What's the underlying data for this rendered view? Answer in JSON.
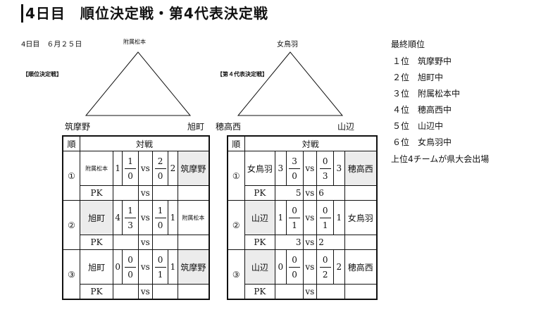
{
  "title": "4日目　順位決定戦・第4代表決定戦",
  "date": "4日目　６月２５日",
  "left_bracket": {
    "tag": "【順位決定戦】",
    "top_team": "附属松本",
    "bottom_left": "筑摩野",
    "bottom_right": "旭町",
    "header_rank": "順",
    "header_match": "対戦",
    "matches": [
      {
        "rank": "①",
        "team_a": "附属松本",
        "total_a": "1",
        "half_a1": "1",
        "half_a2": "0",
        "vs": "vs",
        "half_b1": "2",
        "half_b2": "0",
        "total_b": "2",
        "team_b": "筑摩野",
        "pk_a": "",
        "pk_b": ""
      },
      {
        "rank": "②",
        "team_a": "旭町",
        "total_a": "4",
        "half_a1": "1",
        "half_a2": "3",
        "vs": "vs",
        "half_b1": "1",
        "half_b2": "0",
        "total_b": "1",
        "team_b": "附属松本",
        "pk_a": "",
        "pk_b": ""
      },
      {
        "rank": "③",
        "team_a": "旭町",
        "total_a": "0",
        "half_a1": "0",
        "half_a2": "0",
        "vs": "vs",
        "half_b1": "0",
        "half_b2": "1",
        "total_b": "1",
        "team_b": "筑摩野",
        "pk_a": "",
        "pk_b": ""
      }
    ],
    "pk_label": "PK"
  },
  "right_bracket": {
    "tag": "【第４代表決定戦】",
    "top_team": "女鳥羽",
    "bottom_left": "穂高西",
    "bottom_right": "山辺",
    "header_rank": "順",
    "header_match": "対戦",
    "matches": [
      {
        "rank": "①",
        "team_a": "女鳥羽",
        "total_a": "3",
        "half_a1": "3",
        "half_a2": "0",
        "vs": "vs",
        "half_b1": "0",
        "half_b2": "3",
        "total_b": "3",
        "team_b": "穂高西",
        "pk_a": "5",
        "pk_b": "6"
      },
      {
        "rank": "②",
        "team_a": "山辺",
        "total_a": "1",
        "half_a1": "0",
        "half_a2": "1",
        "vs": "vs",
        "half_b1": "0",
        "half_b2": "1",
        "total_b": "1",
        "team_b": "女鳥羽",
        "pk_a": "3",
        "pk_b": "2"
      },
      {
        "rank": "③",
        "team_a": "山辺",
        "total_a": "0",
        "half_a1": "0",
        "half_a2": "0",
        "vs": "vs",
        "half_b1": "0",
        "half_b2": "2",
        "total_b": "2",
        "team_b": "穂高西",
        "pk_a": "",
        "pk_b": ""
      }
    ],
    "pk_label": "PK"
  },
  "final_ranking": {
    "heading": "最終順位",
    "rows": [
      {
        "place": "１位",
        "team": "筑摩野中"
      },
      {
        "place": "２位",
        "team": "旭町中"
      },
      {
        "place": "３位",
        "team": "附属松本中"
      },
      {
        "place": "４位",
        "team": "穂高西中"
      },
      {
        "place": "５位",
        "team": "山辺中"
      },
      {
        "place": "６位",
        "team": "女鳥羽中"
      }
    ],
    "note": "上位4チームが県大会出場"
  }
}
